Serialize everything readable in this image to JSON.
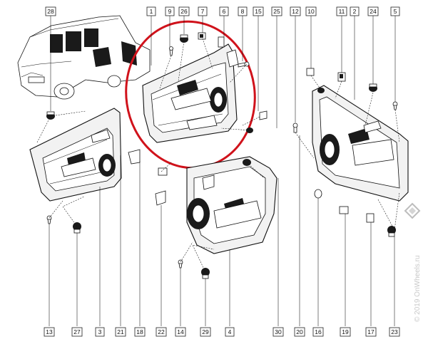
{
  "diagram": {
    "callouts_top": [
      "28",
      "1",
      "9",
      "26",
      "7",
      "6",
      "8",
      "15",
      "25",
      "12",
      "10",
      "11",
      "2",
      "24",
      "5"
    ],
    "callouts_bottom": [
      "13",
      "27",
      "3",
      "21",
      "18",
      "22",
      "14",
      "29",
      "4",
      "30",
      "20",
      "16",
      "19",
      "17",
      "23"
    ],
    "highlight_color": "#d0121b",
    "watermark": "© 2019 OnWheels.ru"
  }
}
